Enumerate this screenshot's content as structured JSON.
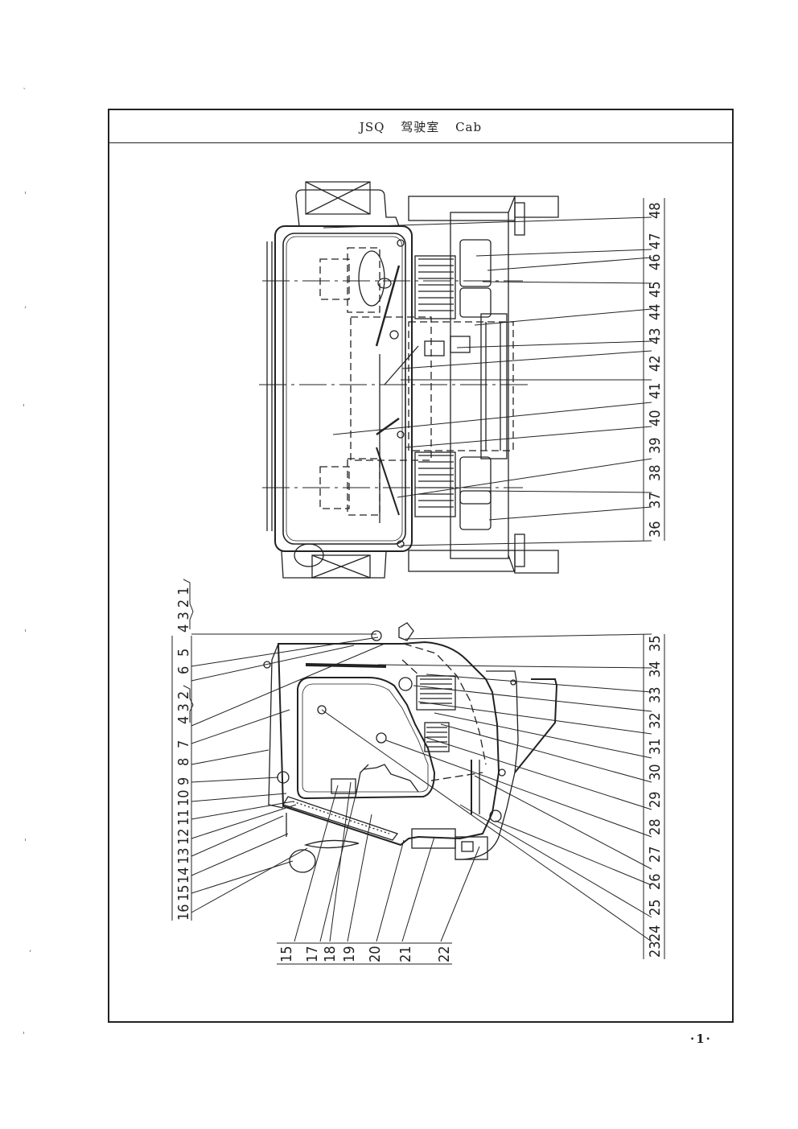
{
  "header": {
    "code": "JSQ",
    "title_cn": "驾驶室",
    "title_en": "Cab"
  },
  "page_number": "·1·",
  "top_view_callouts": [
    "48",
    "47",
    "46",
    "45",
    "44",
    "43",
    "42",
    "41",
    "40",
    "39",
    "38",
    "37",
    "36"
  ],
  "side_view_right_callouts": [
    "35",
    "34",
    "33",
    "32",
    "31",
    "30",
    "29",
    "28",
    "27",
    "26",
    "25",
    "24",
    "23"
  ],
  "side_view_left_callouts": [
    "4 3 2 1",
    "5",
    "6",
    "4 3 2",
    "7",
    "8",
    "9",
    "10",
    "11",
    "12",
    "13",
    "14",
    "15",
    "16"
  ],
  "side_view_bottom_callouts": [
    "15",
    "17",
    "18",
    "19",
    "20",
    "21",
    "22"
  ]
}
